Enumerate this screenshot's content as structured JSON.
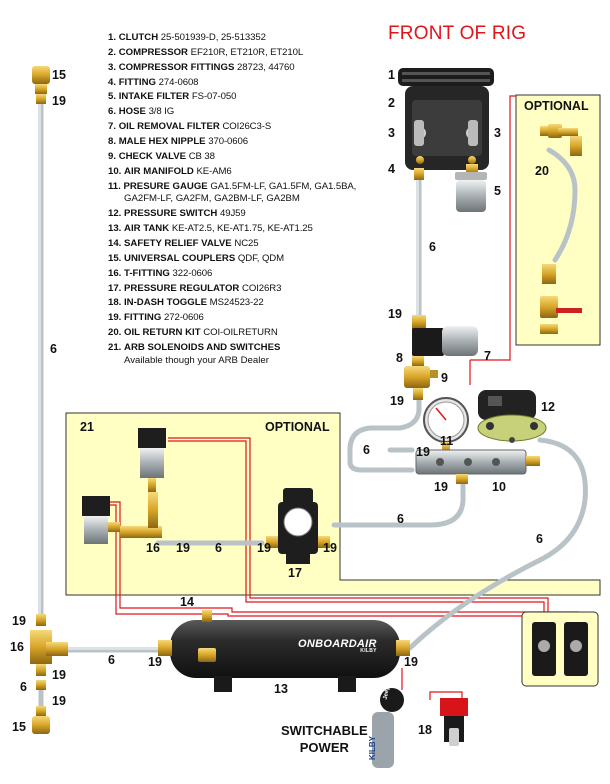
{
  "title": "FRONT OF RIG",
  "parts": [
    {
      "num": "1.",
      "name": "CLUTCH",
      "parts": "25-501939-D, 25-513352"
    },
    {
      "num": "2.",
      "name": "COMPRESSOR",
      "parts": "EF210R, ET210R, ET210L"
    },
    {
      "num": "3.",
      "name": "COMPRESSOR FITTINGS",
      "parts": "28723, 44760"
    },
    {
      "num": "4.",
      "name": "FITTING",
      "parts": "274-0608"
    },
    {
      "num": "5.",
      "name": "INTAKE FILTER",
      "parts": "FS-07-050"
    },
    {
      "num": "6.",
      "name": "HOSE",
      "parts": "3/8 IG"
    },
    {
      "num": "7.",
      "name": "OIL REMOVAL FILTER",
      "parts": "COI26C3-S"
    },
    {
      "num": "8.",
      "name": "MALE HEX NIPPLE",
      "parts": "370-0606"
    },
    {
      "num": "9.",
      "name": "CHECK VALVE",
      "parts": "CB 38"
    },
    {
      "num": "10.",
      "name": "AIR MANIFOLD",
      "parts": "KE-AM6"
    },
    {
      "num": "11.",
      "name": "PRESURE GAUGE",
      "parts": "GA1.5FM-LF, GA1.5FM, GA1.5BA,",
      "cont": "GA2FM-LF, GA2FM, GA2BM-LF, GA2BM"
    },
    {
      "num": "12.",
      "name": "PRESSURE SWITCH",
      "parts": "49J59"
    },
    {
      "num": "13.",
      "name": "AIR TANK",
      "parts": "KE-AT2.5, KE-AT1.75, KE-AT1.25"
    },
    {
      "num": "14.",
      "name": "SAFETY RELIEF VALVE",
      "parts": "NC25"
    },
    {
      "num": "15.",
      "name": "UNIVERSAL COUPLERS",
      "parts": "QDF, QDM"
    },
    {
      "num": "16.",
      "name": "T-FITTING",
      "parts": "322-0606"
    },
    {
      "num": "17.",
      "name": "PRESSURE REGULATOR",
      "parts": "COI26R3"
    },
    {
      "num": "18.",
      "name": "IN-DASH TOGGLE",
      "parts": "MS24523-22"
    },
    {
      "num": "19.",
      "name": "FITTING",
      "parts": "272-0606"
    },
    {
      "num": "20.",
      "name": "OIL RETURN KIT",
      "parts": "COI-OILRETURN"
    },
    {
      "num": "21.",
      "name": "ARB SOLENOIDS AND SWITCHES",
      "parts": "",
      "cont": "Available though your ARB Dealer"
    }
  ],
  "optional_label": "OPTIONAL",
  "power_label": [
    "SWITCHABLE",
    "POWER"
  ],
  "tank_brand": "ONBOARDAIR",
  "tank_brand_small": "KILBY",
  "jeep_text": "Jeep",
  "kilby_text": "KILBY",
  "callouts": {
    "c1": "1",
    "c2": "2",
    "c3a": "3",
    "c3b": "3",
    "c4": "4",
    "c5": "5",
    "c6_hose_top": "6",
    "c6_left_line": "6",
    "c6_mid_a": "6",
    "c6_mid_b": "6",
    "c6_mid_c": "6",
    "c6_right": "6",
    "c6_tank": "6",
    "c6_bottom": "6",
    "c7": "7",
    "c8": "8",
    "c9": "9",
    "c10": "10",
    "c11": "11",
    "c12": "12",
    "c13": "13",
    "c14": "14",
    "c15_top": "15",
    "c15_bottom": "15",
    "c16_left": "16",
    "c16_mid": "16",
    "c17": "17",
    "c18": "18",
    "c19_a": "19",
    "c19_b": "19",
    "c19_c": "19",
    "c19_d": "19",
    "c19_e": "19",
    "c19_f": "19",
    "c19_g": "19",
    "c19_h": "19",
    "c19_i": "19",
    "c19_j": "19",
    "c19_k": "19",
    "c19_l": "19",
    "c19_m": "19",
    "c19_n": "19",
    "c20": "20",
    "c21": "21"
  },
  "colors": {
    "accent_red": "#e0141b",
    "optional_fill": "#ffffc4",
    "hose": "#b9c3c7",
    "brass": "#e0b23a",
    "compressor": "#2a2a2a"
  }
}
